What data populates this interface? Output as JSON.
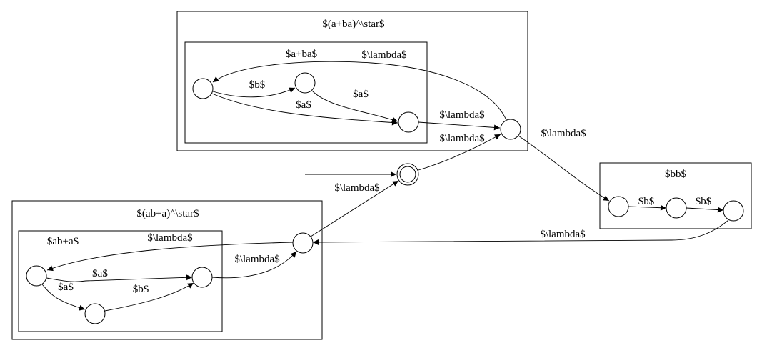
{
  "clusters": {
    "top_outer": "$(a+ba)^\\star$",
    "top_inner": "$a+ba$",
    "bottom_outer": "$(ab+a)^\\star$",
    "bottom_inner": "$ab+a$",
    "right": "$bb$"
  },
  "edges": {
    "top_b": "$b$",
    "top_a1": "$a$",
    "top_a2": "$a$",
    "top_to_exit": "$\\lambda$",
    "top_loop": "$\\lambda$",
    "start_to_top": "$\\lambda$",
    "top_to_bb": "$\\lambda$",
    "bb_b1": "$b$",
    "bb_b2": "$b$",
    "bb_to_bottom": "$\\lambda$",
    "bottom_to_start": "$\\lambda$",
    "bottom_loop": "$\\lambda$",
    "bottom_a1": "$a$",
    "bottom_a2": "$a$",
    "bottom_b": "$b$",
    "bottom_to_exit": "$\\lambda$"
  }
}
